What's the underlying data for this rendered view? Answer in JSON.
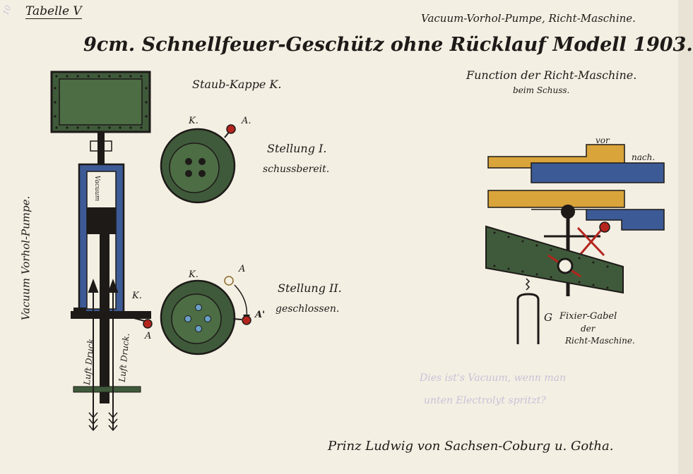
{
  "sheet": {
    "plate_label": "Tabelle V",
    "corner_pencil": "10",
    "header_right": "Vacuum-Vorhol-Pumpe, Richt-Maschine.",
    "title": "9cm. Schnellfeuer-Geschütz ohne Rücklauf Modell 1903.",
    "signature": "Prinz Ludwig von Sachsen-Coburg u. Gotha."
  },
  "pump": {
    "vertical_label": "Vacuum Vorhol-Pumpe.",
    "chamber_label": "Vacuum",
    "letter_k": "K.",
    "letter_a": "A",
    "arrow_label_left": "Luft Druck",
    "arrow_label_right": "Luft Druck."
  },
  "cap": {
    "heading": "Staub-Kappe K.",
    "pos1": {
      "k": "K.",
      "a": "A.",
      "title": "Stellung I.",
      "caption": "schussbereit."
    },
    "pos2": {
      "k": "K.",
      "a": "A",
      "a_prime": "A'",
      "title": "Stellung II.",
      "caption": "geschlossen."
    }
  },
  "richt": {
    "title": "Function der Richt-Maschine.",
    "subtitle": "beim Schuss.",
    "vor": "vor",
    "nach": "nach.",
    "g": "G",
    "caption_1": "Fixier-Gabel",
    "caption_2": "der",
    "caption_3": "Richt-Maschine."
  },
  "pencil_note": {
    "line1": "Dies ist's Vacuum, wenn man",
    "line2": "unten Electrolyt spritzt?"
  },
  "colors": {
    "paper": "#f4efe3",
    "green": "#3f5a3a",
    "blue": "#3c5a95",
    "ochre": "#d9a43a",
    "ink": "#1d1a18",
    "red": "#b4251e"
  }
}
